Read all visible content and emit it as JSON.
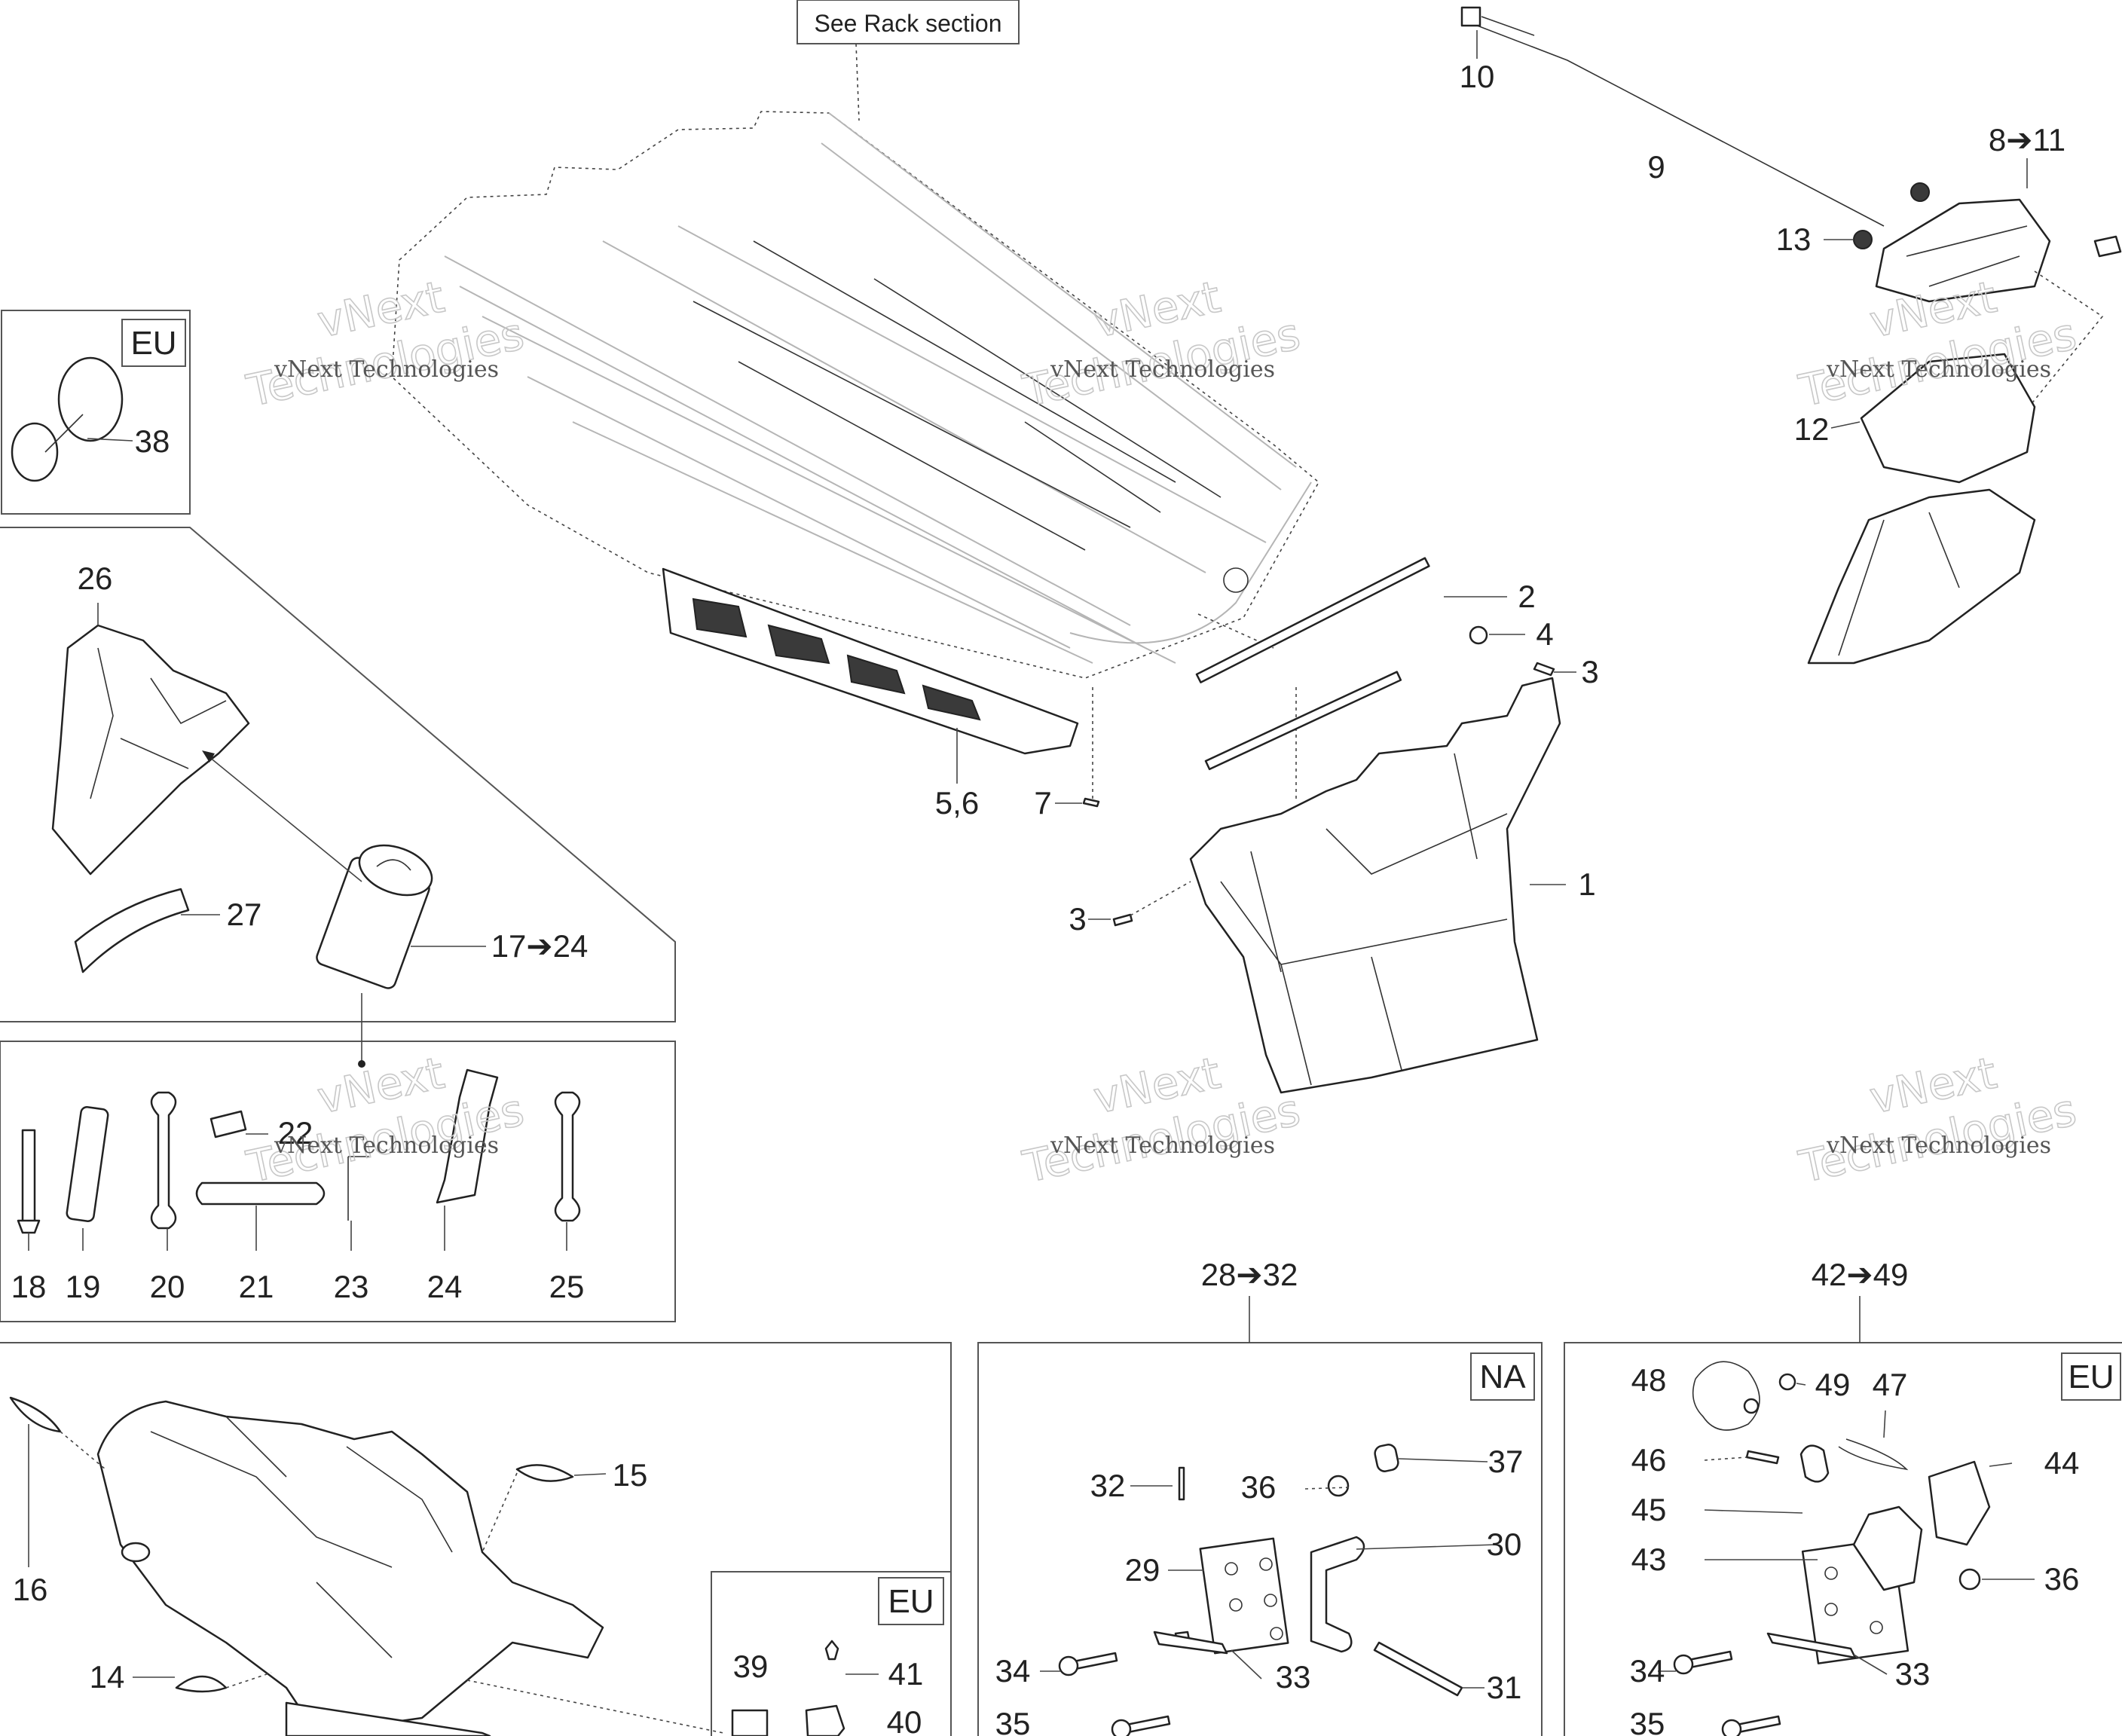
{
  "callouts": {
    "see_rack": "See Rack section",
    "eu_1": "EU",
    "eu_2": "EU",
    "eu_3": "EU",
    "na": "NA"
  },
  "watermark": {
    "line1": "vNext Technologies",
    "line2": "vNext",
    "line3": "Technologies"
  },
  "parts": {
    "p1": "1",
    "p2": "2",
    "p3a": "3",
    "p3b": "3",
    "p4": "4",
    "p5_6": "5,6",
    "p7": "7",
    "p8_11": "8➔11",
    "p9": "9",
    "p10": "10",
    "p12": "12",
    "p13": "13",
    "p14": "14",
    "p15": "15",
    "p16": "16",
    "p17_24": "17➔24",
    "p18": "18",
    "p19": "19",
    "p20": "20",
    "p21": "21",
    "p22": "22",
    "p23": "23",
    "p24": "24",
    "p25": "25",
    "p26": "26",
    "p27": "27",
    "p28_32": "28➔32",
    "p29": "29",
    "p30": "30",
    "p31": "31",
    "p32": "32",
    "p33a": "33",
    "p33b": "33",
    "p34a": "34",
    "p34b": "34",
    "p35a": "35",
    "p35b": "35",
    "p36a": "36",
    "p36b": "36",
    "p37": "37",
    "p38": "38",
    "p39": "39",
    "p40": "40",
    "p41": "41",
    "p42_49": "42➔49",
    "p43": "43",
    "p44": "44",
    "p45": "45",
    "p46": "46",
    "p47": "47",
    "p48": "48",
    "p49": "49"
  }
}
